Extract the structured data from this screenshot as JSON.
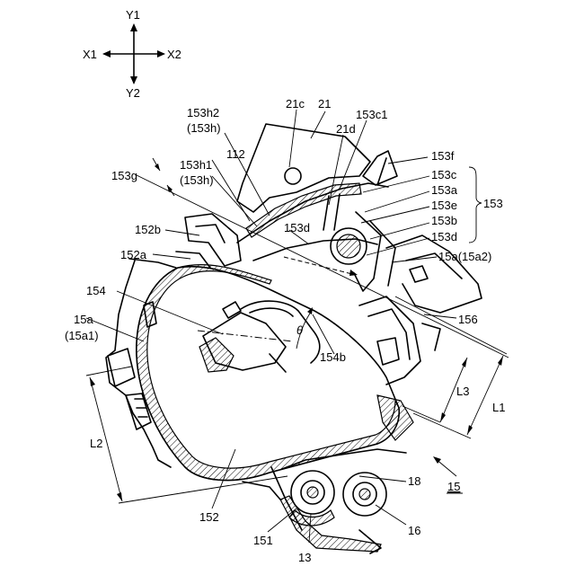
{
  "axes": {
    "y_up": "Y1",
    "y_down": "Y2",
    "x_left": "X1",
    "x_right": "X2"
  },
  "labels": {
    "l_153h2": "153h2",
    "l_153h_a": "(153h)",
    "l_21c": "21c",
    "l_21": "21",
    "l_21d": "21d",
    "l_153c1": "153c1",
    "l_112": "112",
    "l_153h1": "153h1",
    "l_153h_b": "(153h)",
    "l_153f": "153f",
    "l_153g": "153g",
    "l_153c": "153c",
    "l_153a": "153a",
    "l_153e": "153e",
    "l_153b": "153b",
    "l_153d_r": "153d",
    "l_153": "153",
    "l_152b": "152b",
    "l_153d_c": "153d",
    "l_152a": "152a",
    "l_15a2": "15a(15a2)",
    "l_154": "154",
    "l_15a": "15a",
    "l_15a1": "(15a1)",
    "l_156": "156",
    "l_theta": "θ",
    "l_154b": "154b",
    "l_L3": "L3",
    "l_L1": "L1",
    "l_L2": "L2",
    "l_18": "18",
    "l_15": "15",
    "l_152": "152",
    "l_151": "151",
    "l_13": "13",
    "l_16": "16"
  }
}
